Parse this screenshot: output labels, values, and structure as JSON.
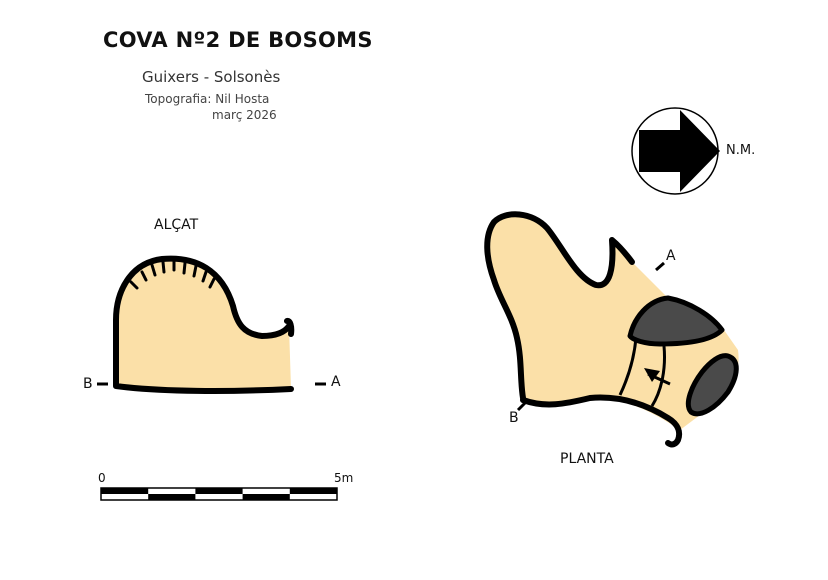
{
  "header": {
    "title": "COVA Nº2 DE BOSOMS",
    "subtitle": "Guixers  -  Solsonès",
    "credit_line1": "Topografia: Nil Hosta",
    "credit_line2": "març 2026"
  },
  "elevation": {
    "label": "ALÇAT",
    "marker_b": "B",
    "marker_a": "A"
  },
  "plan": {
    "label": "PLANTA",
    "marker_a": "A",
    "marker_b": "B"
  },
  "north": {
    "label": "N.M.",
    "icon": "north-arrow-icon"
  },
  "scale_bar": {
    "start_label": "0",
    "end_label": "5m",
    "segments": 5
  },
  "colors": {
    "cave_fill": "#fbe0a8",
    "wall": "#000000",
    "rock_fill": "#4a4a4a"
  }
}
